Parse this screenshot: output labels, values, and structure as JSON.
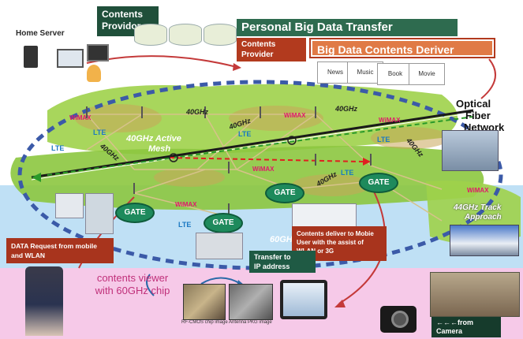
{
  "colors": {
    "dark_green": "#1f4f3a",
    "red_brown": "#b23a1e",
    "light_green": "#9fd24a",
    "blue_band": "#bfe0f5",
    "pink_band": "#f6c9e8",
    "dashed_blue": "#3b5aa8"
  },
  "top": {
    "home_server": "Home Server",
    "contents_provider_line1": "Contents",
    "contents_provider_line2": "Providor",
    "personal_big_data": "Personal Big Data Transfer",
    "contents_provider2_line1": "Contents",
    "contents_provider2_line2": "Provider",
    "big_data_deriver": "Big Data Contents Deriver",
    "tabs": [
      "News",
      "Music",
      "Book",
      "Movie"
    ]
  },
  "network": {
    "optical_line1": "Optical",
    "optical_line2": "Fiber",
    "optical_line3": "Network",
    "active_mesh_line1": "40GHz Active",
    "active_mesh_line2": "Mesh",
    "track_line1": "44GHz Track",
    "track_line2": "Approach",
    "wimax": "WiMAX",
    "lte": "LTE",
    "g40": "40GHz",
    "g60": "60GHz",
    "gate": "GATE"
  },
  "callouts": {
    "data_request_line1": "DATA Request from mobile",
    "data_request_line2": "and WLAN",
    "contents_deliver_line1": "Contents deliver to Mobie",
    "contents_deliver_line2": "User with the assist of",
    "contents_deliver_line3": "WLAN or 3G",
    "transfer_line1": "Transfer to",
    "transfer_line2": "IP address",
    "viewer_line1": "contents viewer",
    "viewer_line2": "with 60GHz chip",
    "from_camera_line1": "←←←from",
    "from_camera_line2": "Camera"
  },
  "captions": {
    "chip": "RF-CMOS chip image",
    "antenna": "Antenna PKG image"
  }
}
